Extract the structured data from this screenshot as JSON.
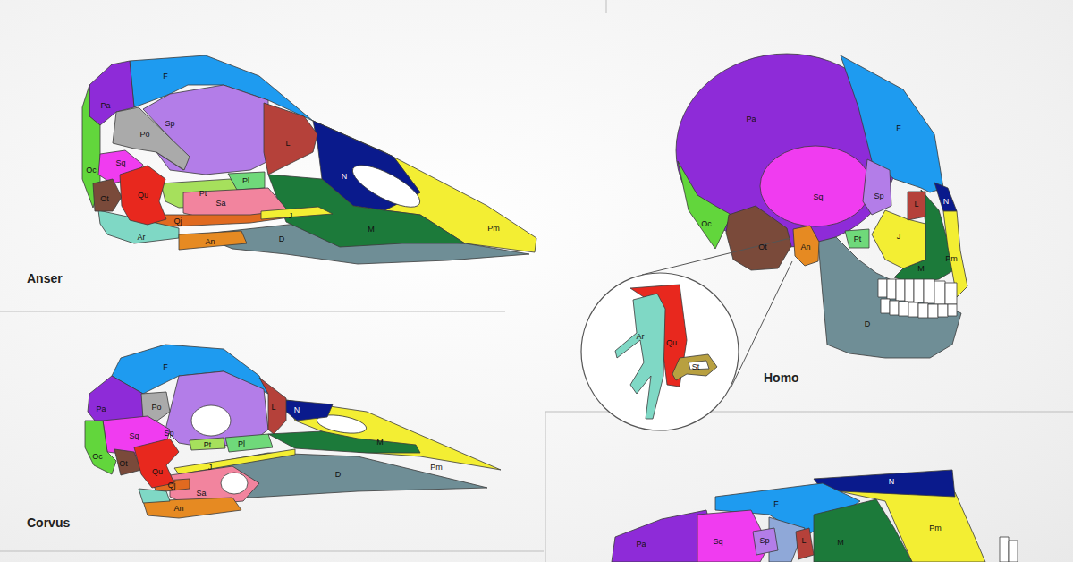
{
  "diagram": {
    "labels": [
      "F",
      "Pa",
      "Po",
      "Sp",
      "L",
      "Sq",
      "Oc",
      "N",
      "Ot",
      "Qu",
      "Pt",
      "Pl",
      "Sa",
      "Qj",
      "J",
      "Pm",
      "Ar",
      "M",
      "An",
      "D",
      "Anser",
      "F",
      "Po",
      "Pa",
      "L",
      "N",
      "Sq",
      "Sp",
      "Pt",
      "Pl",
      "M",
      "Pm",
      "Oc",
      "Ot",
      "Qu",
      "J",
      "Qj",
      "Sa",
      "D",
      "An",
      "Corvus",
      "Pa",
      "F",
      "Sq",
      "Sp",
      "L",
      "N",
      "J",
      "Oc",
      "Ot",
      "Pt",
      "An",
      "M",
      "Pm",
      "D",
      "Ar",
      "Qu",
      "St",
      "Homo",
      "N",
      "F",
      "Pa",
      "Sq",
      "Sp",
      "L",
      "M",
      "Pm"
    ]
  }
}
